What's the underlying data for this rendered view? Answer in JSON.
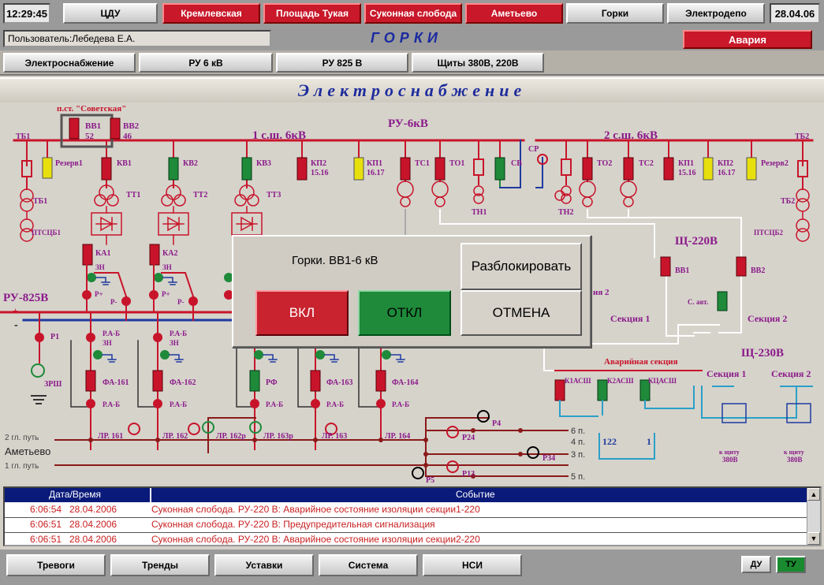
{
  "header": {
    "time": "12:29:45",
    "date": "28.04.06",
    "nav": [
      {
        "label": "ЦДУ",
        "alarm": false
      },
      {
        "label": "Кремлевская",
        "alarm": true
      },
      {
        "label": "Площадь Тукая",
        "alarm": true
      },
      {
        "label": "Суконная слобода",
        "alarm": true
      },
      {
        "label": "Аметьево",
        "alarm": true
      },
      {
        "label": "Горки",
        "alarm": false
      },
      {
        "label": "Электродепо",
        "alarm": false
      }
    ]
  },
  "user": {
    "label": "Пользователь:Лебедева Е.А.",
    "station": "ГОРКИ",
    "alarm_label": "Авария"
  },
  "tabs": [
    "Электроснабжение",
    "РУ 6 кВ",
    "РУ 825 В",
    "Щиты 380В, 220В"
  ],
  "section_title": "Электроснабжение",
  "diagram": {
    "substation": "п.ст. \"Советская\"",
    "ru6": "РУ-6кВ",
    "bus1": "1 с.ш. 6кВ",
    "bus2": "2 с.ш. 6кВ",
    "ru825": "РУ-825В",
    "sh220": "Щ-220В",
    "sh230": "Щ-230В",
    "emergency": "Аварийная секция",
    "sec1": "Секция 1",
    "sec2": "Секция 2",
    "sec1b": "Секция 1",
    "sec2b": "Секция 2",
    "sec2_partial": "ия 2",
    "c_avt": "С. авт.",
    "vv1_220": "ВВ1",
    "vv2_220": "ВВ2",
    "vv1": "ВВ1",
    "vv1n": "52",
    "vv2": "ВВ2",
    "vv2n": "46",
    "tb1": "ТБ1",
    "tb2": "ТБ2",
    "tb1b": "ТБ1",
    "tb2b": "ТБ2",
    "ptscb1": "ПТСЦБ1",
    "ptscb2": "ПТСЦБ2",
    "rez1": "Резерв1",
    "rez2": "Резерв2",
    "kv1": "КВ1",
    "kv2": "КВ2",
    "kv3": "КВ3",
    "kp2a": "КП2",
    "kp2an": "15.16",
    "kp1a": "КП1",
    "kp1an": "16.17",
    "tc1": "ТС1",
    "to1": "ТО1",
    "sv": "СВ",
    "sr": "СР",
    "to2": "ТО2",
    "tc2": "ТС2",
    "kp1b": "КП1",
    "kp1bn": "15.16",
    "kp2b": "КП2",
    "kp2bn": "16.17",
    "tt1": "ТТ1",
    "tt2": "ТТ2",
    "tt3": "ТТ3",
    "tn1": "ТН1",
    "tn2": "ТН2",
    "ka1": "КА1",
    "ka2": "КА2",
    "zn": "ЗН",
    "p_plus": "Р+",
    "p_minus": "Р-",
    "p1": "Р1",
    "zrsh": "ЗРШ",
    "rab": "Р.А-Б",
    "fa161": "ФА-161",
    "fa162": "ФА-162",
    "rf": "РФ",
    "fa163": "ФА-163",
    "fa164": "ФА-164",
    "lr161": "ЛР. 161",
    "lr162": "ЛР. 162",
    "lr162r": "ЛР. 162р",
    "lr163r": "ЛР. 163р",
    "lr163": "ЛР. 163",
    "lr164": "ЛР. 164",
    "p4": "Р4",
    "p24": "Р24",
    "p34": "Р34",
    "p13": "Р13",
    "p5": "Р5",
    "put2": "2 гл. путь",
    "amet": "Аметьево",
    "put1": "1 гл. путь",
    "t6": "6 п.",
    "t4": "4 п.",
    "t3": "3 п.",
    "t5": "5 п.",
    "k1": "К1АСШ",
    "k2": "К2АСШ",
    "k3": "КЦАСШ",
    "n122": "122",
    "n1": "1",
    "kshitu": "к щиту",
    "v380": "380В"
  },
  "dialog": {
    "title": "Горки. ВВ1-6 кВ",
    "unlock": "Разблокировать",
    "on": "ВКЛ",
    "off": "ОТКЛ",
    "cancel": "ОТМЕНА"
  },
  "events": {
    "headers": [
      "Дата/Время",
      "Событие"
    ],
    "rows": [
      {
        "time": "6:06:54",
        "date": "28.04.2006",
        "text": "Суконная слобода. РУ-220 В: Аварийное состояние изоляции секции1-220"
      },
      {
        "time": "6:06:51",
        "date": "28.04.2006",
        "text": "Суконная слобода. РУ-220 В: Предупредительная сигнализация"
      },
      {
        "time": "6:06:51",
        "date": "28.04.2006",
        "text": "Суконная слобода. РУ-220 В: Аварийное состояние изоляции секции2-220"
      }
    ]
  },
  "footer": {
    "buttons": [
      "Тревоги",
      "Тренды",
      "Уставки",
      "Система",
      "НСИ"
    ],
    "du": "ДУ",
    "tu": "ТУ"
  }
}
